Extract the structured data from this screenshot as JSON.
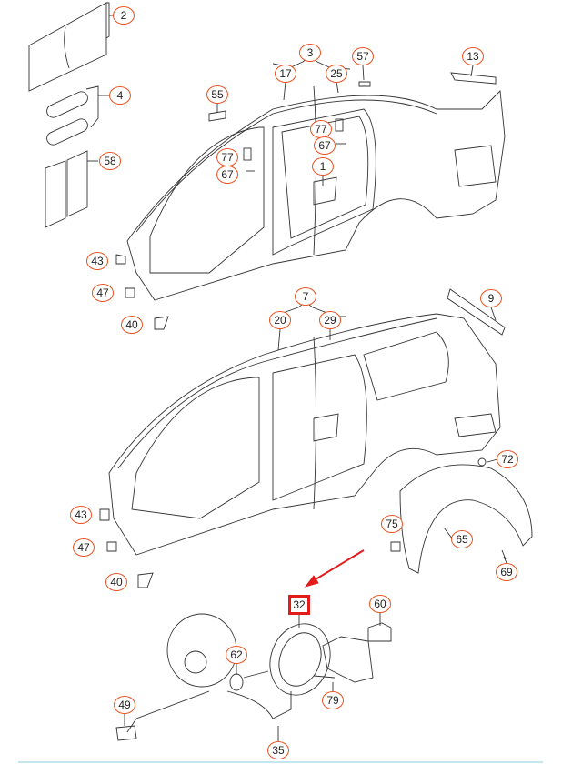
{
  "diagram_title": "",
  "highlight_color": "#e21b1b",
  "callout_color": "#e8501e",
  "callouts": [
    {
      "label": "2"
    },
    {
      "label": "4"
    },
    {
      "label": "58"
    },
    {
      "label": "3"
    },
    {
      "label": "17"
    },
    {
      "label": "25"
    },
    {
      "label": "57"
    },
    {
      "label": "13"
    },
    {
      "label": "55"
    },
    {
      "label": "77"
    },
    {
      "label": "67"
    },
    {
      "label": "77"
    },
    {
      "label": "67"
    },
    {
      "label": "1"
    },
    {
      "label": "43"
    },
    {
      "label": "47"
    },
    {
      "label": "40"
    },
    {
      "label": "7"
    },
    {
      "label": "20"
    },
    {
      "label": "29"
    },
    {
      "label": "9"
    },
    {
      "label": "72"
    },
    {
      "label": "43"
    },
    {
      "label": "75"
    },
    {
      "label": "65"
    },
    {
      "label": "47"
    },
    {
      "label": "69"
    },
    {
      "label": "40"
    },
    {
      "label": "32",
      "highlighted": true
    },
    {
      "label": "60"
    },
    {
      "label": "62"
    },
    {
      "label": "79"
    },
    {
      "label": "49"
    },
    {
      "label": "35"
    }
  ]
}
